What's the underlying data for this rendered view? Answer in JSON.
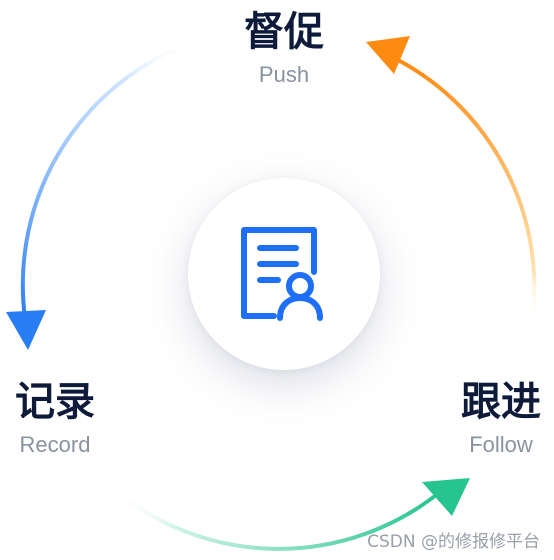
{
  "stages": {
    "push": {
      "title": "督促",
      "subtitle": "Push"
    },
    "record": {
      "title": "记录",
      "subtitle": "Record"
    },
    "follow": {
      "title": "跟进",
      "subtitle": "Follow"
    }
  },
  "center": {
    "icon": "document-user-icon"
  },
  "watermark": "CSDN @的修报修平台",
  "colors": {
    "title": "#0e1a3a",
    "subtitle": "#8a92a0",
    "icon": "#1e6ff5",
    "arc_blue": "#2a7ef5",
    "arc_green": "#26c48f",
    "arc_orange": "#ff8a12",
    "watermark": "#9aa0a8"
  }
}
